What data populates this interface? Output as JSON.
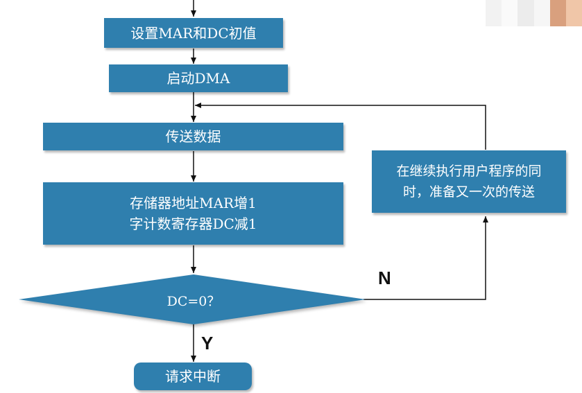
{
  "nodes": {
    "set_mar_dc": "设置MAR和DC初值",
    "start_dma": "启动DMA",
    "transfer_data": "传送数据",
    "increment_line1": "存储器地址MAR增1",
    "increment_line2": "字计数寄存器DC减1",
    "decision": "DC=0？",
    "continue_line1": "在继续执行用户程序的同",
    "continue_line2": "时，准备又一次的传送",
    "interrupt": "请求中断"
  },
  "branch_labels": {
    "no": "N",
    "yes": "Y"
  },
  "colors": {
    "box_fill": "#2f7fae",
    "box_text": "#ffffff",
    "line": "#111111"
  }
}
